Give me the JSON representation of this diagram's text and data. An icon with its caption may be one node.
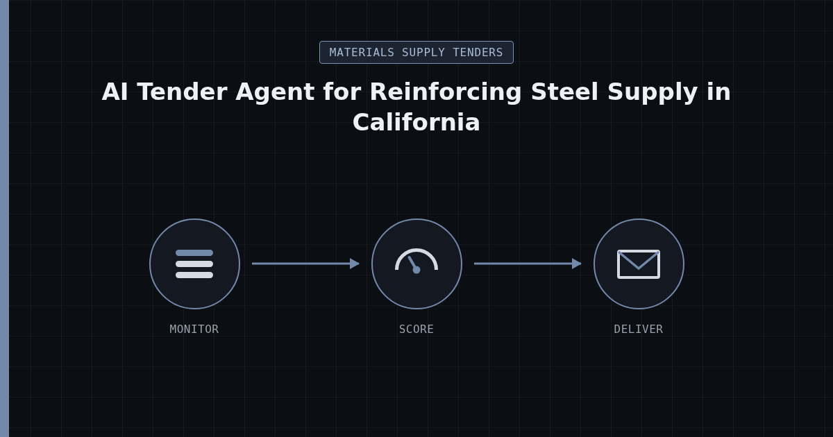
{
  "diagram": {
    "title": "AI Tender Agent for Reinforcing Steel Supply in California",
    "nodes": [
      {
        "text": [
          "MONITOR"
        ]
      },
      {
        "text": [
          "SCORE"
        ]
      },
      {
        "text": [
          "DELIVER"
        ]
      }
    ],
    "edges": [
      {
        "from": 0,
        "to": 1,
        "arrow": "to"
      },
      {
        "from": 1,
        "to": 2,
        "arrow": "to"
      }
    ],
    "labels": [
      "MATERIALS SUPPLY TENDERS"
    ]
  }
}
